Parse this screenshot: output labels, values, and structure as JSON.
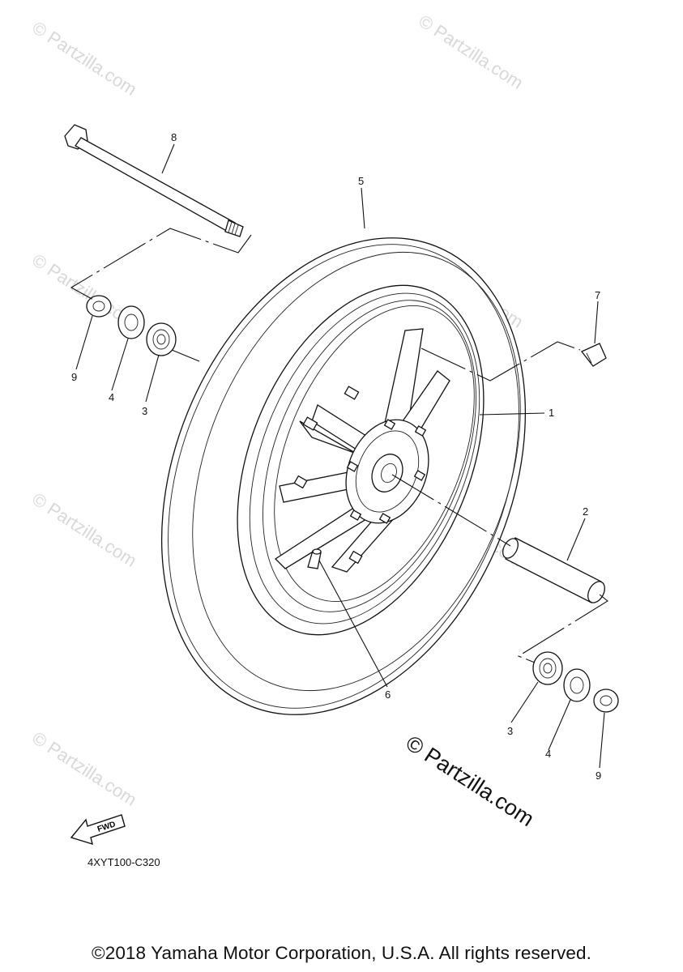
{
  "diagram_code": "4XYT100-C320",
  "copyright": "©2018 Yamaha Motor Corporation, U.S.A. All rights reserved.",
  "watermark": "© Partzilla.com",
  "fwd_label": "FWD",
  "callouts": {
    "wheel": "1",
    "axle_collar": "2",
    "bearing_left": "3",
    "oil_seal_left": "4",
    "tire": "5",
    "valve": "6",
    "clip": "7",
    "axle_bolt": "8",
    "collar_left": "9",
    "bearing_right": "3",
    "oil_seal_right": "4",
    "collar_right": "9"
  }
}
